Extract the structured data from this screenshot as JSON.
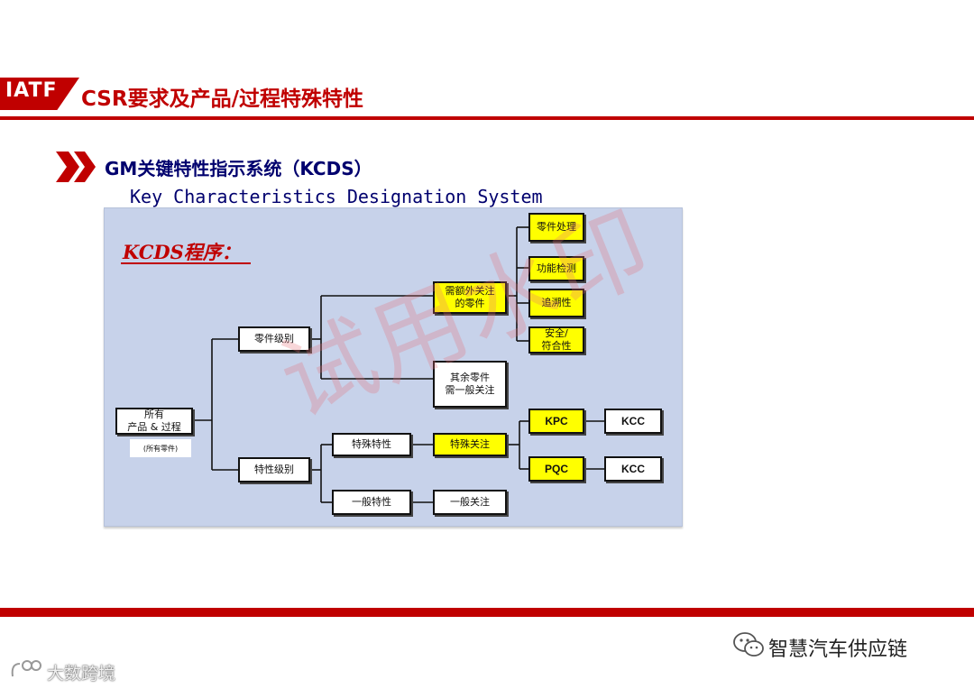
{
  "header": {
    "brand": "IATF",
    "title": "CSR要求及产品/过程特殊特性",
    "accent_color": "#c00000"
  },
  "section": {
    "title": "GM关键特性指示系统（KCDS）",
    "subtitle": "Key Characteristics Designation System",
    "title_color": "#00006e"
  },
  "diagram": {
    "title": "KCDS程序：",
    "watermark": "试用水印",
    "nodes": {
      "root": "所有\n产品 & 过程",
      "root_sub": "(所有零件)",
      "part_level": "零件级别",
      "char_level": "特性级别",
      "extra_attention": "需额外关注\n的零件",
      "other_parts": "其余零件\n需一般关注",
      "part_handling": "零件处理",
      "function_test": "功能检测",
      "traceability": "追溯性",
      "safety_compliance": "安全/\n符合性",
      "special_char": "特殊特性",
      "special_attention": "特殊关注",
      "general_char": "一般特性",
      "general_attention": "一般关注",
      "kpc": "KPC",
      "pqc": "PQC",
      "kcc_1": "KCC",
      "kcc_2": "KCC"
    },
    "highlight_color": "#ffff00",
    "panel_color": "#c7d2ea"
  },
  "footer": {
    "brand": "智慧汽车供应链",
    "corner_text": "大数跨境",
    "wechat_icon": "wechat-icon",
    "corner_logo": "corner-logo"
  }
}
